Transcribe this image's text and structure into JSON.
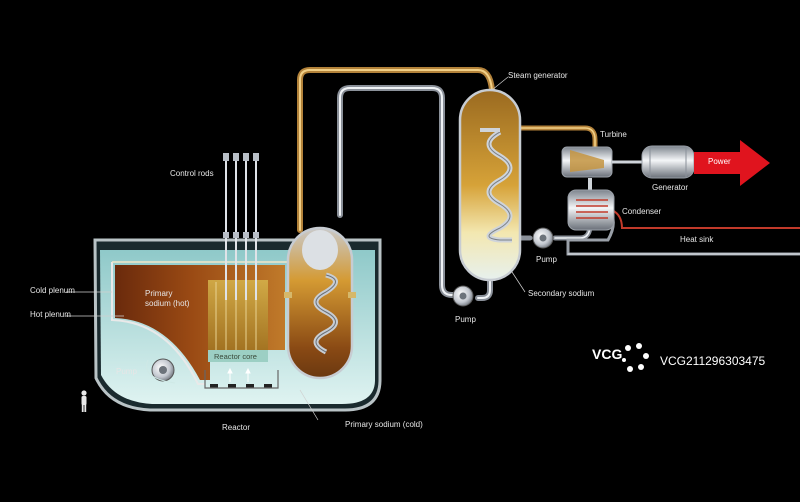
{
  "labels": {
    "steam_generator": "Steam generator",
    "turbine": "Turbine",
    "power": "Power",
    "generator": "Generator",
    "condenser": "Condenser",
    "heat_sink": "Heat sink",
    "control_rods": "Control rods",
    "pump_secondary": "Pump",
    "pump_lower": "Pump",
    "pump_vessel": "Pump",
    "secondary_sodium": "Secondary sodium",
    "cold_plenum": "Cold plenum",
    "hot_plenum": "Hot plenum",
    "primary_sodium_hot_line1": "Primary",
    "primary_sodium_hot_line2": "sodium (hot)",
    "reactor_core": "Reactor core",
    "reactor": "Reactor",
    "primary_sodium_cold": "Primary sodium (cold)"
  },
  "watermark": {
    "logo_text": "VCG",
    "id_text": "VCG211296303475"
  },
  "colors": {
    "background": "#000000",
    "hot_sodium": "#c8801e",
    "cold_sodium": "#bfe6e6",
    "pipe_silver": "#c9ced6",
    "pipe_gold": "#d9a84e",
    "power_arrow": "#e0141e",
    "heat_sink_line": "#c23a2a"
  }
}
